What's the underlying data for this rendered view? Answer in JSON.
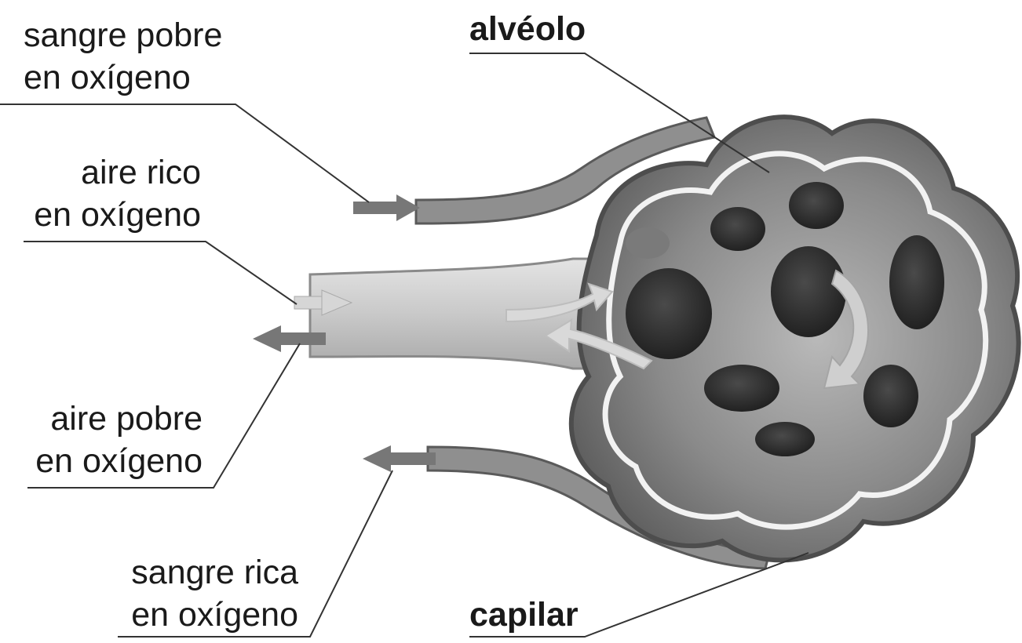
{
  "diagram": {
    "labels": {
      "sangre_pobre": [
        "sangre pobre",
        "en oxígeno"
      ],
      "aire_rico": [
        "aire rico",
        "en oxígeno"
      ],
      "aire_pobre": [
        "aire pobre",
        "en oxígeno"
      ],
      "sangre_rica": [
        "sangre rica",
        "en oxígeno"
      ],
      "alveolo": "alvéolo",
      "capilar": "capilar"
    }
  }
}
